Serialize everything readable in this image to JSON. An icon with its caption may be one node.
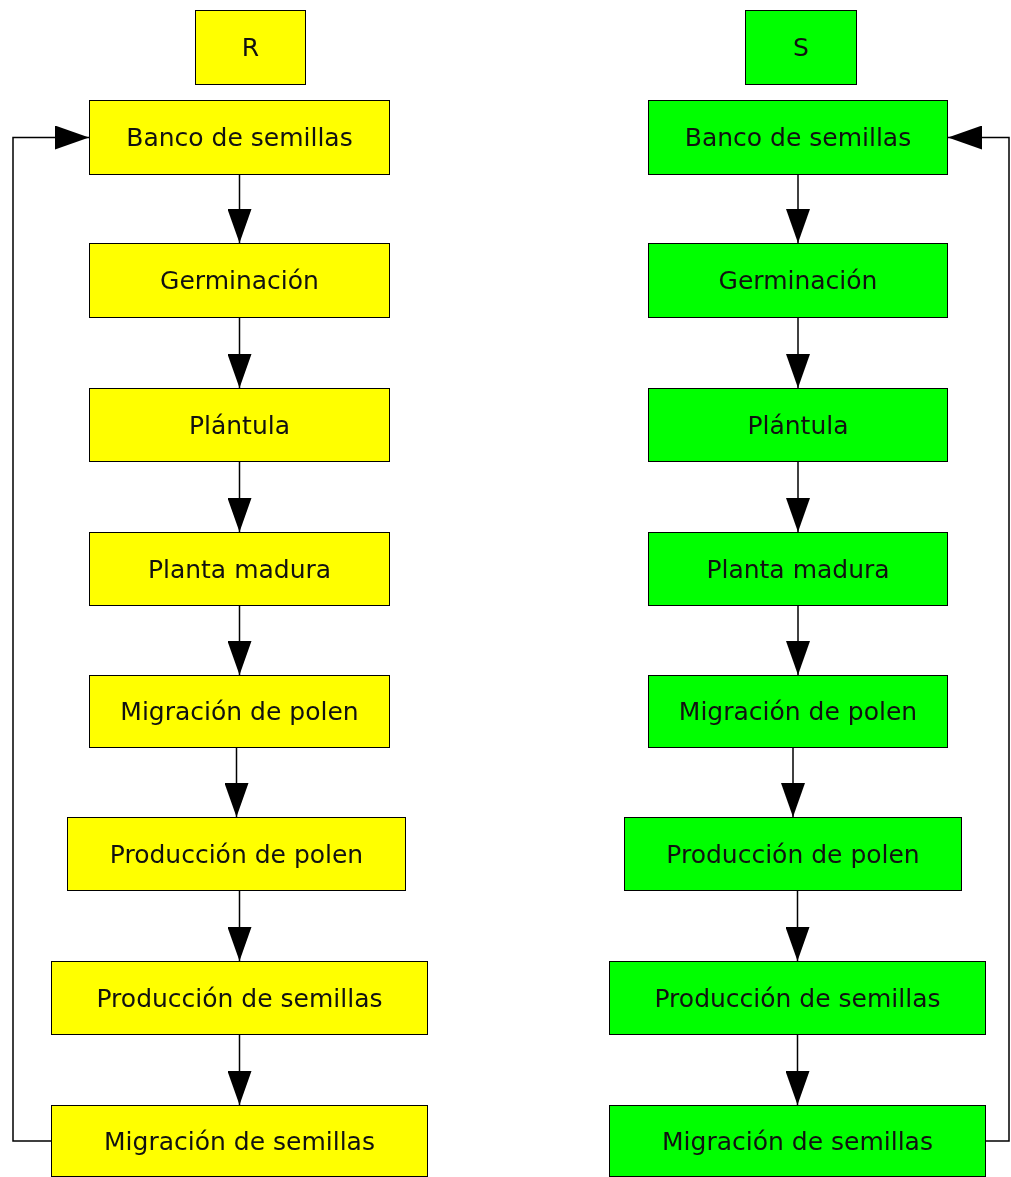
{
  "diagram": {
    "nodes": [
      {
        "text": [
          "R"
        ]
      },
      {
        "text": [
          "Banco de semillas"
        ]
      },
      {
        "text": [
          "Germinación"
        ]
      },
      {
        "text": [
          "Plántula"
        ]
      },
      {
        "text": [
          "Planta madura"
        ]
      },
      {
        "text": [
          "Migración de polen"
        ]
      },
      {
        "text": [
          "Producción de polen"
        ]
      },
      {
        "text": [
          "Producción de semillas"
        ]
      },
      {
        "text": [
          "Migración de semillas"
        ]
      },
      {
        "text": [
          "S"
        ]
      },
      {
        "text": [
          "Banco de semillas"
        ]
      },
      {
        "text": [
          "Germinación"
        ]
      },
      {
        "text": [
          "Plántula"
        ]
      },
      {
        "text": [
          "Planta madura"
        ]
      },
      {
        "text": [
          "Migración de polen"
        ]
      },
      {
        "text": [
          "Producción de polen"
        ]
      },
      {
        "text": [
          "Producción de semillas"
        ]
      },
      {
        "text": [
          "Migración de semillas"
        ]
      }
    ],
    "edges": [
      {
        "from": 1,
        "to": 2,
        "arrow": "to"
      },
      {
        "from": 2,
        "to": 3,
        "arrow": "to"
      },
      {
        "from": 3,
        "to": 4,
        "arrow": "to"
      },
      {
        "from": 4,
        "to": 5,
        "arrow": "to"
      },
      {
        "from": 5,
        "to": 6,
        "arrow": "to"
      },
      {
        "from": 6,
        "to": 7,
        "arrow": "to"
      },
      {
        "from": 7,
        "to": 8,
        "arrow": "to"
      },
      {
        "from": 8,
        "to": 1,
        "arrow": "to"
      },
      {
        "from": 10,
        "to": 11,
        "arrow": "to"
      },
      {
        "from": 11,
        "to": 12,
        "arrow": "to"
      },
      {
        "from": 12,
        "to": 13,
        "arrow": "to"
      },
      {
        "from": 13,
        "to": 14,
        "arrow": "to"
      },
      {
        "from": 14,
        "to": 15,
        "arrow": "to"
      },
      {
        "from": 15,
        "to": 16,
        "arrow": "to"
      },
      {
        "from": 16,
        "to": 17,
        "arrow": "to"
      },
      {
        "from": 17,
        "to": 10,
        "arrow": "to"
      }
    ]
  }
}
